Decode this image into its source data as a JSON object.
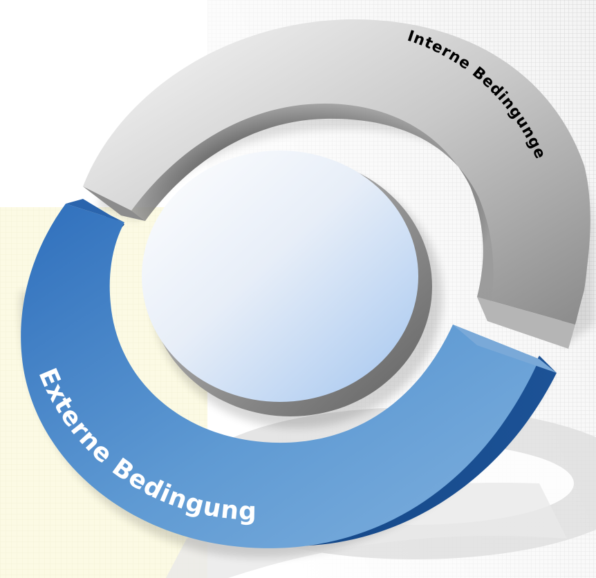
{
  "diagram": {
    "inner_label": "Interne Bedingungen",
    "outer_label": "Externe Bedingungen"
  },
  "colors": {
    "inner_ring_light": "#f2f2f2",
    "inner_ring_dark": "#6e6e6e",
    "outer_ring_light": "#7faedb",
    "outer_ring_dark": "#1c4f8f",
    "core_light": "#ffffff",
    "core_dark": "#a8c8ee",
    "grid_gray": "#d6d6d6",
    "grid_yellow": "#f7f5d0",
    "label_inner": "#000000",
    "label_outer": "#ffffff"
  },
  "icons": [
    "ring-segment",
    "core-disc",
    "grid-pattern"
  ]
}
